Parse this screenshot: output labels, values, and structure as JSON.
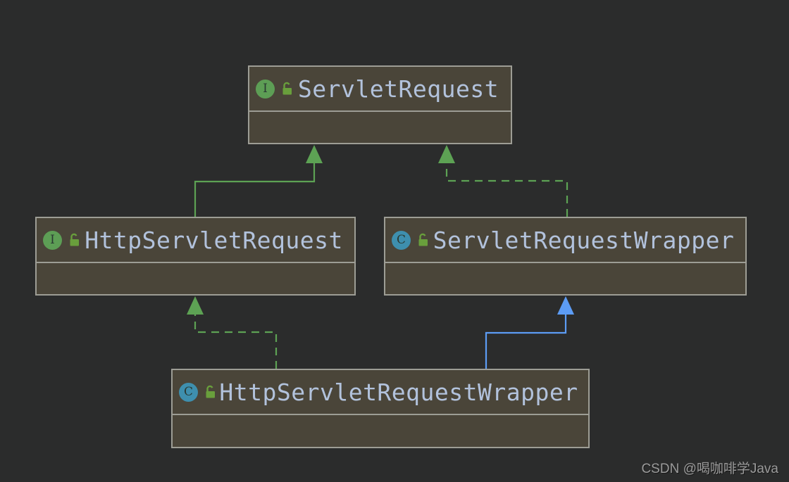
{
  "colors": {
    "background": "#2b2c2c",
    "node-fill": "#4a4539",
    "node-border": "#9d9d95",
    "title-text": "#b2c2dc",
    "edge-green": "#5da254",
    "edge-blue": "#5c9cf5",
    "interface-icon": "#5d9e55",
    "class-icon": "#3e8fae",
    "lock-green": "#699f3c",
    "watermark": "#9b9b9b"
  },
  "diagram": {
    "tool": "IntelliJ IDEA UML class diagram",
    "nodes": [
      {
        "id": "servlet-request",
        "label": "ServletRequest",
        "type": "interface",
        "icon_letter": "I",
        "visibility": "public"
      },
      {
        "id": "http-servlet-request",
        "label": "HttpServletRequest",
        "type": "interface",
        "icon_letter": "I",
        "visibility": "public"
      },
      {
        "id": "servlet-request-wrapper",
        "label": "ServletRequestWrapper",
        "type": "class",
        "icon_letter": "C",
        "visibility": "public"
      },
      {
        "id": "http-servlet-request-wrapper",
        "label": "HttpServletRequestWrapper",
        "type": "class",
        "icon_letter": "C",
        "visibility": "public"
      }
    ],
    "edges": [
      {
        "from": "HttpServletRequest",
        "to": "ServletRequest",
        "relation": "extends",
        "line": "solid",
        "color": "green"
      },
      {
        "from": "ServletRequestWrapper",
        "to": "ServletRequest",
        "relation": "implements",
        "line": "dashed",
        "color": "green"
      },
      {
        "from": "HttpServletRequestWrapper",
        "to": "HttpServletRequest",
        "relation": "implements",
        "line": "dashed",
        "color": "green"
      },
      {
        "from": "HttpServletRequestWrapper",
        "to": "ServletRequestWrapper",
        "relation": "extends",
        "line": "solid",
        "color": "blue"
      }
    ]
  },
  "watermark": {
    "text": "CSDN @喝咖啡学Java"
  }
}
